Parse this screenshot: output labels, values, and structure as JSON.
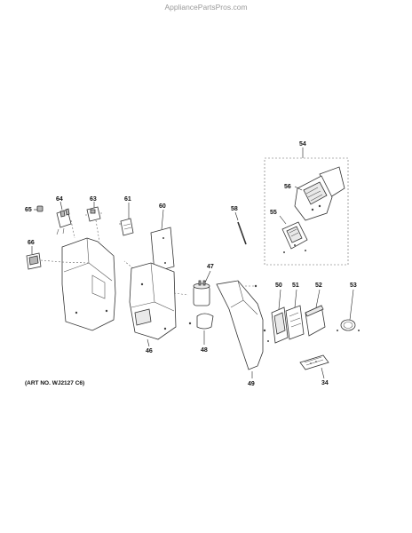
{
  "watermark": "AppliancePartsPros.com",
  "art_number": "(ART NO. WJ2127 C6)",
  "callouts": {
    "p34": "34",
    "p46": "46",
    "p47": "47",
    "p48": "48",
    "p49": "49",
    "p50": "50",
    "p51": "51",
    "p52": "52",
    "p53": "53",
    "p54": "54",
    "p55": "55",
    "p56": "56",
    "p58": "58",
    "p60": "60",
    "p61": "61",
    "p63": "63",
    "p64": "64",
    "p65": "65",
    "p66": "66"
  }
}
